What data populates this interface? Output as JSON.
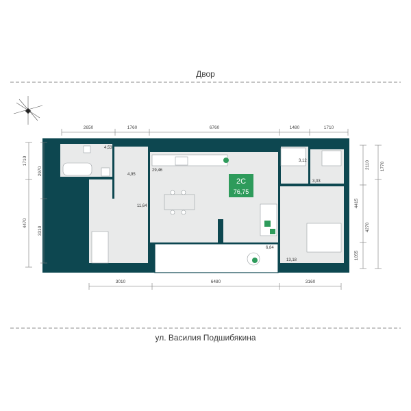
{
  "header": {
    "courtyard_label": "Двор"
  },
  "footer": {
    "street_label": "ул. Василия Подшибякина"
  },
  "apartment": {
    "type": "2С",
    "total_area": "76,75"
  },
  "rooms": [
    {
      "id": "wc",
      "area": "4,53"
    },
    {
      "id": "bath-small",
      "area": "3,12"
    },
    {
      "id": "hall",
      "area": "4,95"
    },
    {
      "id": "kitchen-living",
      "area": "29,46"
    },
    {
      "id": "wardrobe",
      "area": "3,03"
    },
    {
      "id": "corridor",
      "area": "11,64"
    },
    {
      "id": "balcony",
      "area": "6,84"
    },
    {
      "id": "bedroom-right",
      "area": "13,18"
    }
  ],
  "dimensions": {
    "top": [
      "2650",
      "1760",
      "6760",
      "1480",
      "1710"
    ],
    "bottom": [
      "3010",
      "6480",
      "3160"
    ],
    "left_outer": [
      "1710",
      "4470"
    ],
    "left_inner": [
      "2970",
      "3310"
    ],
    "right_outer": [
      "2110",
      "4415",
      "1055"
    ],
    "right_inner": [
      "1770",
      "4270"
    ]
  },
  "colors": {
    "wall": "#0d4750",
    "floor": "#e9eaea",
    "accent": "#2e9b5b"
  },
  "icons": [
    "compass-icon",
    "furniture-icons"
  ]
}
